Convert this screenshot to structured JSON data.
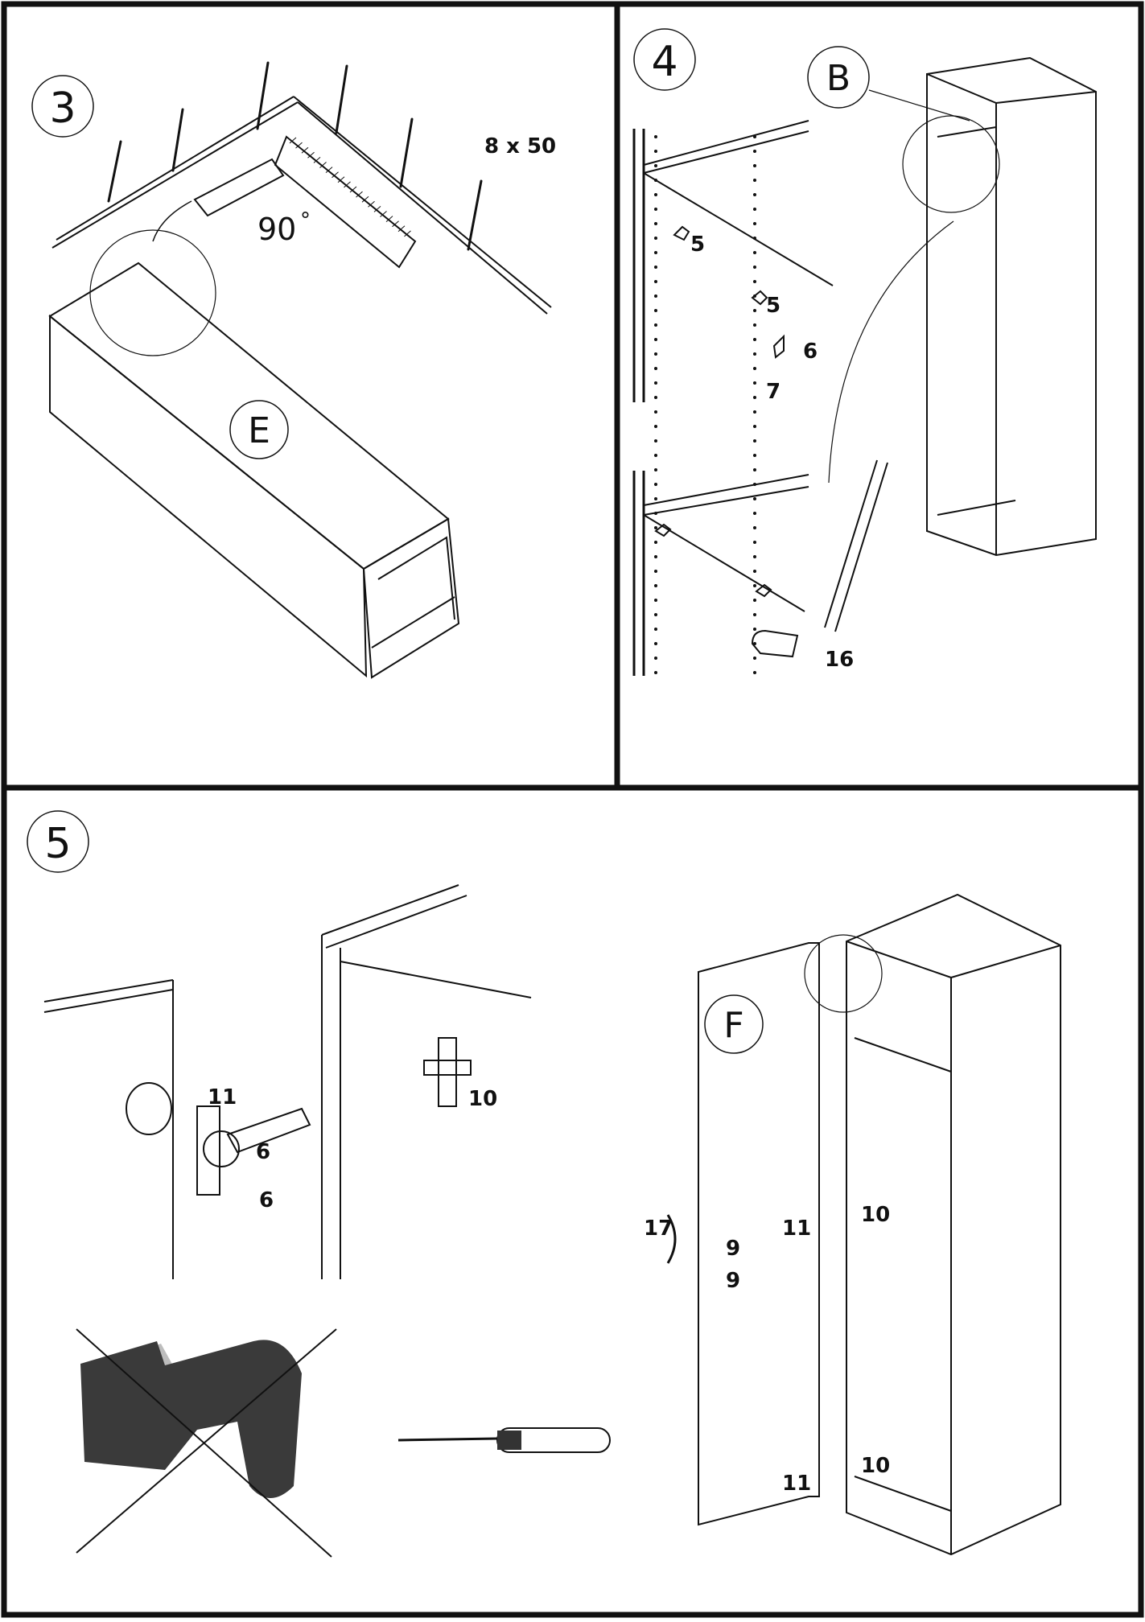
{
  "steps": {
    "s3": {
      "number": "3",
      "nails": "8 x 50",
      "angle": "90",
      "degree": "°",
      "panel": "E"
    },
    "s4": {
      "number": "4",
      "panel": "B",
      "parts": [
        "5",
        "5",
        "6",
        "7",
        "16"
      ]
    },
    "s5": {
      "number": "5",
      "panel": "F",
      "parts_detail": [
        "11",
        "6",
        "6",
        "10"
      ],
      "parts_door": [
        "17",
        "9",
        "9",
        "11",
        "10",
        "11",
        "10"
      ]
    }
  },
  "tools": {
    "drill": "cordless-drill-icon",
    "drill_state": "crossed-out",
    "screwdriver": "screwdriver-icon"
  },
  "colors": {
    "ink": "#111111",
    "paper": "#ffffff",
    "drill_body": "#3a3a3a",
    "shadow": "#bdbdbd"
  }
}
